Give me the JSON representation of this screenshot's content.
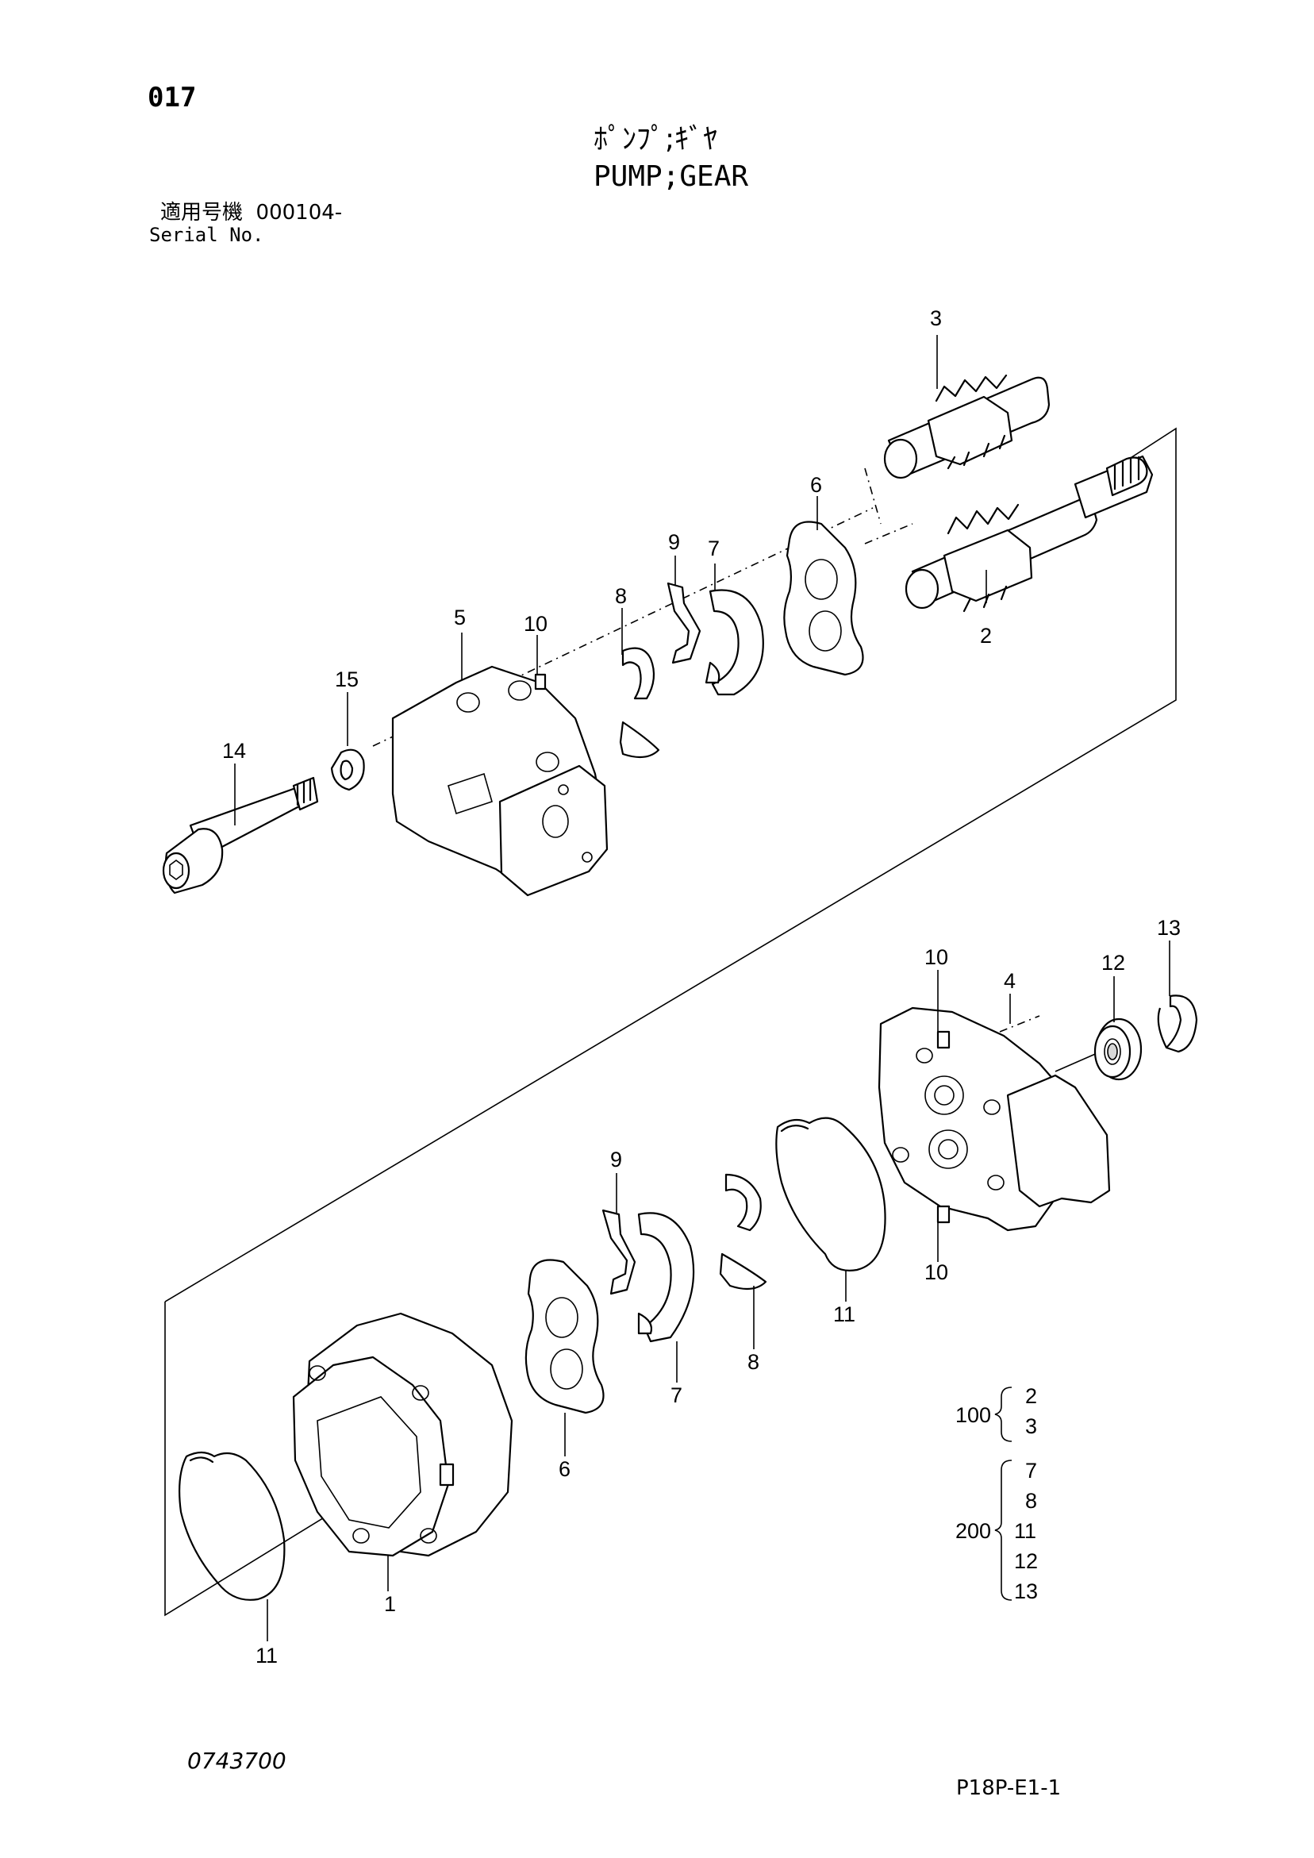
{
  "header": {
    "page_number": "017",
    "title_jp": "ﾎﾟﾝﾌﾟ;ｷﾞﾔ",
    "title_en": "PUMP;GEAR",
    "serial_label_jp": "適用号機",
    "serial_value": "000104-",
    "serial_label_en": "Serial No."
  },
  "callouts": {
    "c1": "1",
    "c2": "2",
    "c3": "3",
    "c4": "4",
    "c5": "5",
    "c6a": "6",
    "c6b": "6",
    "c7a": "7",
    "c7b": "7",
    "c8a": "8",
    "c8b": "8",
    "c9a": "9",
    "c9b": "9",
    "c10a": "10",
    "c10b": "10",
    "c10c": "10",
    "c11a": "11",
    "c11b": "11",
    "c12": "12",
    "c13": "13",
    "c14": "14",
    "c15": "15"
  },
  "kits": [
    {
      "kit": "100",
      "parts": [
        "2",
        "3"
      ]
    },
    {
      "kit": "200",
      "parts": [
        "7",
        "8",
        "11",
        "12",
        "13"
      ]
    }
  ],
  "footer": {
    "document_number": "0743700",
    "sheet_code": "P18P-E1-1"
  }
}
